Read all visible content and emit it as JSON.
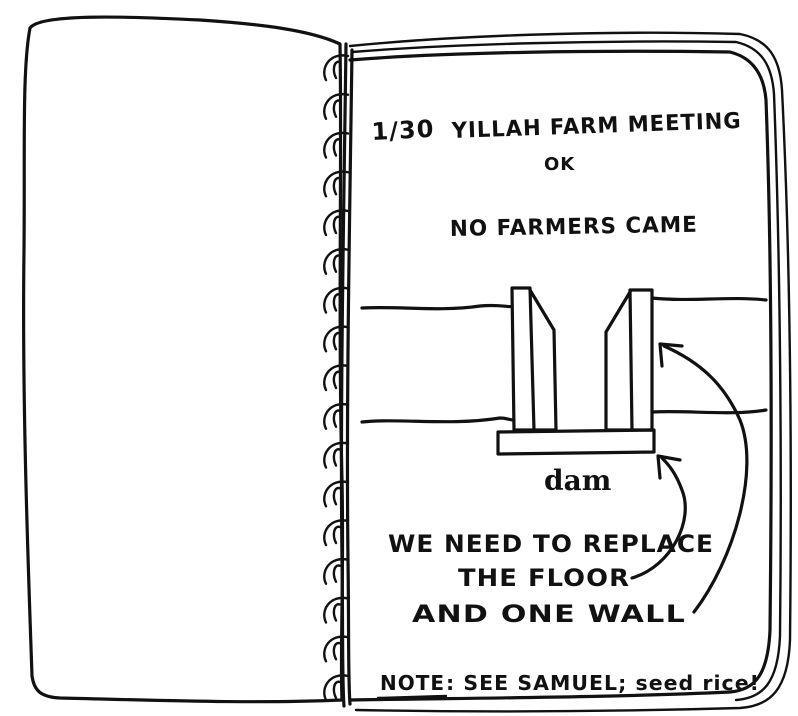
{
  "notebook": {
    "page_note": {
      "date": "1/30",
      "heading": "YILLAH FARM MEETING",
      "heading_sub": "OK",
      "line_2": "NO FARMERS CAME",
      "diagram_label": "dam",
      "body_line_1": "WE NEED TO REPLACE",
      "body_line_2": "THE FLOOR",
      "body_line_3": "AND ONE WALL",
      "note_label": "NOTE",
      "note_text": ": SEE SAMUEL; seed rice!"
    }
  },
  "colors": {
    "ink": "#111111",
    "paper": "#ffffff"
  }
}
